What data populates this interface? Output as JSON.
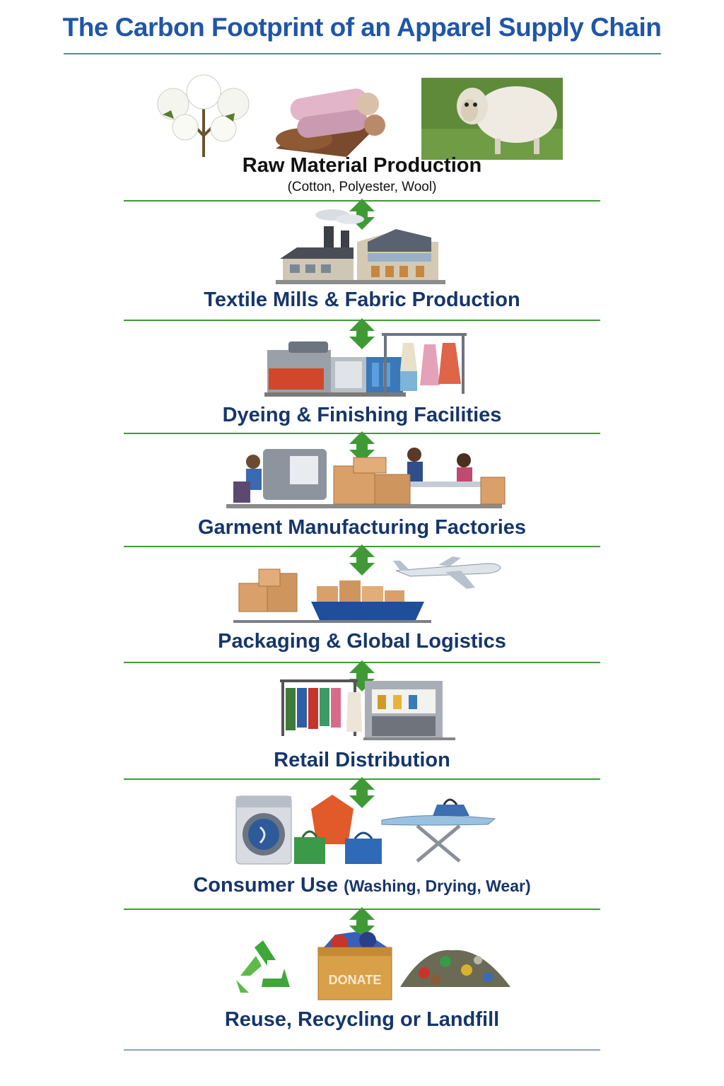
{
  "title": "The Carbon Footprint of an Apparel Supply Chain",
  "stages": [
    {
      "label": "Raw Material Production",
      "sublabel": "(Cotton, Polyester, Wool)",
      "icons": [
        "cotton-plant-icon",
        "fabric-rolls-icon",
        "sheep-icon"
      ]
    },
    {
      "label": "Textile Mills & Fabric Production",
      "icons": [
        "factory-icon"
      ]
    },
    {
      "label": "Dyeing & Finishing Facilities",
      "icons": [
        "dyeing-machine-icon",
        "garment-rack-icon"
      ]
    },
    {
      "label": "Garment Manufacturing Factories",
      "icons": [
        "sewing-workers-icon",
        "cardboard-boxes-icon"
      ]
    },
    {
      "label": "Packaging & Global Logistics",
      "icons": [
        "cardboard-boxes-icon",
        "cargo-ship-icon",
        "airplane-icon"
      ]
    },
    {
      "label": "Retail Distribution",
      "icons": [
        "clothing-rack-icon",
        "storefront-icon"
      ]
    },
    {
      "label": "Consumer Use",
      "sublabel": "(Washing, Drying, Wear)",
      "icons": [
        "washing-machine-icon",
        "shopping-bags-icon",
        "ironing-board-icon"
      ]
    },
    {
      "label": "Reuse, Recycling or Landfill",
      "donate_text": "DONATE",
      "icons": [
        "recycle-icon",
        "donation-box-icon",
        "landfill-pile-icon"
      ]
    }
  ],
  "colors": {
    "title": "#1f56a8",
    "stage_label": "#16366b",
    "arrow": "#3f9a36",
    "separator": "#3f9a36"
  }
}
